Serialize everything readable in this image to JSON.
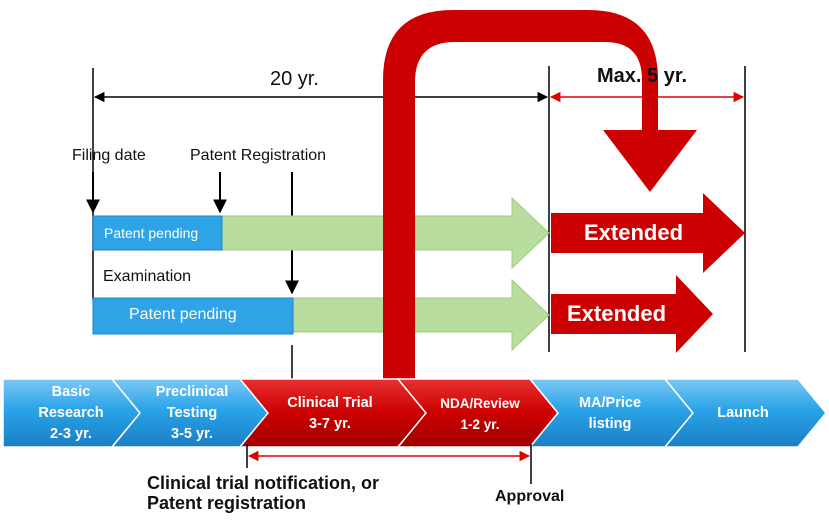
{
  "timeline": {
    "term_label": "20 yr.",
    "extension_label": "Max. 5 yr.",
    "filing_label": "Filing date",
    "registration_label": "Patent Registration",
    "examination_label": "Examination"
  },
  "bars": [
    {
      "pending_label": "Patent pending",
      "extended_label": "Extended"
    },
    {
      "pending_label": "Patent pending",
      "extended_label": "Extended"
    }
  ],
  "stages": [
    {
      "line1": "Basic",
      "line2": "Research",
      "line3": "2-3 yr.",
      "color": "#3aa6e6"
    },
    {
      "line1": "Preclinical",
      "line2": "Testing",
      "line3": "3-5 yr.",
      "color": "#3aa6e6"
    },
    {
      "line1": "Clinical Trial",
      "line2": "3-7 yr.",
      "color": "#d40000"
    },
    {
      "line1": "NDA/Review",
      "line2": "1-2 yr.",
      "color": "#d40000"
    },
    {
      "line1": "MA/Price",
      "line2": "listing",
      "color": "#3aa6e6"
    },
    {
      "line1": "Launch",
      "color": "#3aa6e6"
    }
  ],
  "bottom": {
    "notification_line1": "Clinical trial notification, or",
    "notification_line2": "Patent registration",
    "approval_label": "Approval"
  },
  "colors": {
    "red": "#cc0000",
    "blue": "#2ea3e6",
    "green": "#b9dd9e",
    "black": "#000000"
  }
}
